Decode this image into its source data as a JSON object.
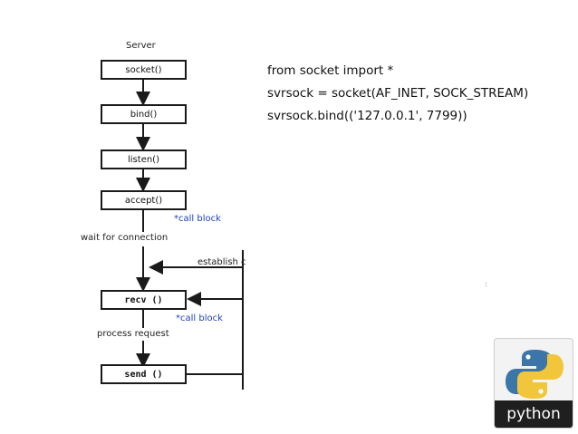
{
  "diagram": {
    "title": "Server",
    "boxes": [
      "socket()",
      "bind()",
      "listen()",
      "accept()",
      "recv ()",
      "send ()"
    ],
    "labels": {
      "call_block_1": "*call block",
      "wait": "wait for connection",
      "establish": "establish c",
      "call_block_2": "*call block",
      "process": "process request"
    }
  },
  "code": {
    "lines": [
      "from socket import *",
      "svrsock = socket(AF_INET, SOCK_STREAM)",
      "svrsock.bind(('127.0.0.1', 7799))"
    ]
  },
  "logo": {
    "text": "python",
    "colors": {
      "blue": "#3c75a8",
      "yellow": "#f2c63a"
    }
  },
  "misc": {
    "dot": ":"
  }
}
